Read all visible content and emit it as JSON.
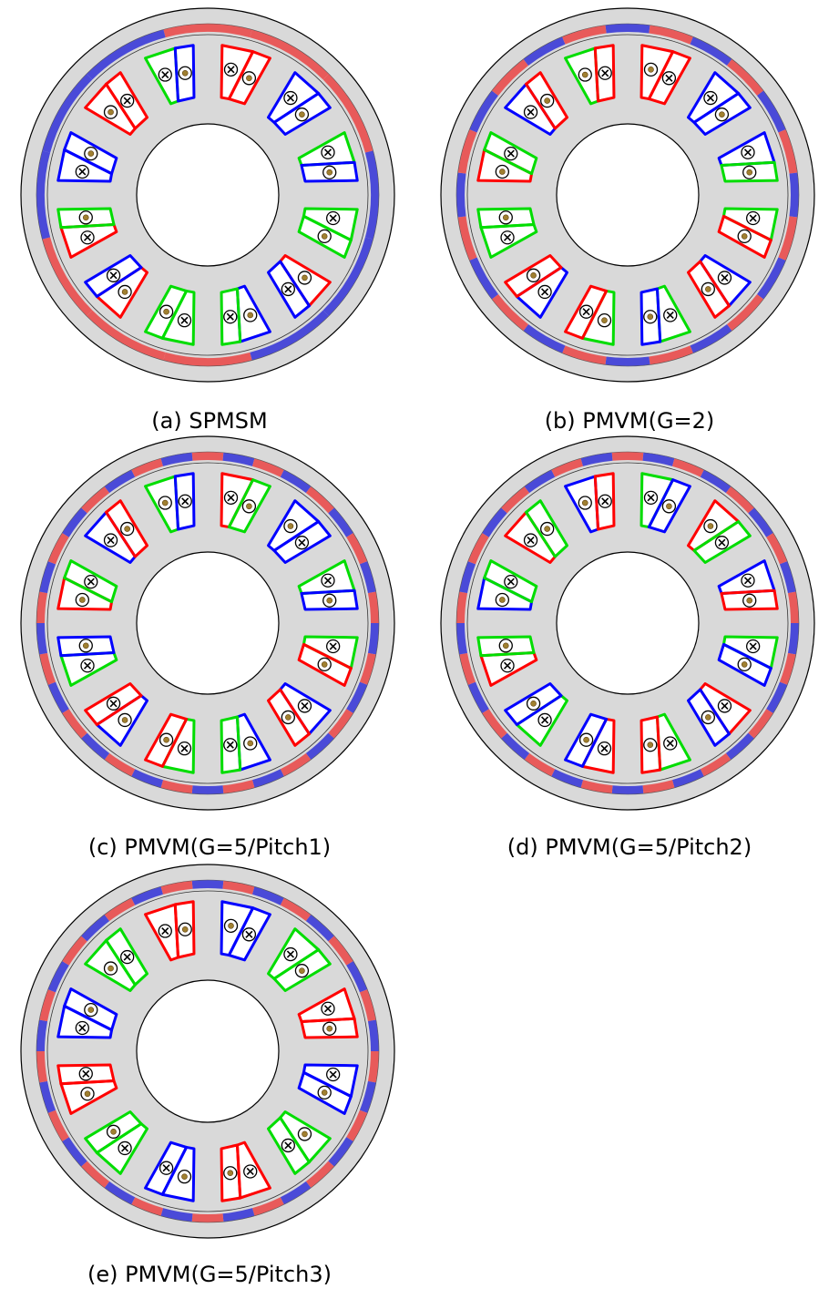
{
  "colors": {
    "magnet_red": "#e85a5a",
    "magnet_blue": "#4a4ad8",
    "phase_a_red": "#ff0000",
    "phase_b_green": "#00dd00",
    "phase_c_blue": "#0000ff",
    "iron": "#d9d9d9",
    "conductor_dot": "#a08030"
  },
  "figures": [
    {
      "caption": "(a)  SPMSM",
      "slots": [
        {
          "left": "red",
          "right": "red",
          "dots": [
            "x",
            "dot"
          ]
        },
        {
          "left": "blue",
          "right": "blue",
          "dots": [
            "x",
            "dot"
          ]
        },
        {
          "left": "green",
          "right": "blue",
          "dots": [
            "x",
            "dot"
          ]
        },
        {
          "left": "green",
          "right": "green",
          "dots": [
            "x",
            "dot"
          ]
        },
        {
          "left": "red",
          "right": "blue",
          "dots": [
            "dot",
            "x"
          ]
        },
        {
          "left": "blue",
          "right": "green",
          "dots": [
            "dot",
            "x"
          ]
        },
        {
          "left": "green",
          "right": "green",
          "dots": [
            "x",
            "dot"
          ]
        },
        {
          "left": "red",
          "right": "blue",
          "dots": [
            "dot",
            "x"
          ]
        },
        {
          "left": "red",
          "right": "green",
          "dots": [
            "x",
            "dot"
          ]
        },
        {
          "left": "blue",
          "right": "blue",
          "dots": [
            "x",
            "dot"
          ]
        },
        {
          "left": "red",
          "right": "red",
          "dots": [
            "dot",
            "x"
          ]
        },
        {
          "left": "green",
          "right": "blue",
          "dots": [
            "x",
            "dot"
          ]
        }
      ],
      "magnets": [
        "red",
        "red",
        "red",
        "blue",
        "blue",
        "blue",
        "red",
        "red",
        "red",
        "blue",
        "blue",
        "blue"
      ]
    },
    {
      "caption": "(b)  PMVM(G=2)",
      "slots": [
        {
          "left": "red",
          "right": "red",
          "dots": [
            "dot",
            "x"
          ]
        },
        {
          "left": "blue",
          "right": "blue",
          "dots": [
            "x",
            "dot"
          ]
        },
        {
          "left": "blue",
          "right": "green",
          "dots": [
            "x",
            "dot"
          ]
        },
        {
          "left": "green",
          "right": "red",
          "dots": [
            "x",
            "dot"
          ]
        },
        {
          "left": "blue",
          "right": "red",
          "dots": [
            "x",
            "dot"
          ]
        },
        {
          "left": "green",
          "right": "blue",
          "dots": [
            "x",
            "dot"
          ]
        },
        {
          "left": "green",
          "right": "red",
          "dots": [
            "dot",
            "x"
          ]
        },
        {
          "left": "blue",
          "right": "red",
          "dots": [
            "x",
            "dot"
          ]
        },
        {
          "left": "green",
          "right": "green",
          "dots": [
            "x",
            "dot"
          ]
        },
        {
          "left": "red",
          "right": "green",
          "dots": [
            "dot",
            "x"
          ]
        },
        {
          "left": "blue",
          "right": "red",
          "dots": [
            "x",
            "dot"
          ]
        },
        {
          "left": "green",
          "right": "red",
          "dots": [
            "dot",
            "x"
          ]
        }
      ],
      "magnets": [
        "blue",
        "red",
        "blue",
        "red",
        "blue",
        "red",
        "blue",
        "red",
        "blue",
        "red",
        "blue",
        "red",
        "blue",
        "red",
        "blue",
        "red",
        "blue",
        "red",
        "blue",
        "red",
        "blue",
        "red",
        "blue",
        "red"
      ]
    },
    {
      "caption": "(c)  PMVM(G=5/Pitch1)",
      "slots": [
        {
          "left": "red",
          "right": "green",
          "dots": [
            "x",
            "dot"
          ]
        },
        {
          "left": "blue",
          "right": "blue",
          "dots": [
            "dot",
            "x"
          ]
        },
        {
          "left": "green",
          "right": "blue",
          "dots": [
            "x",
            "dot"
          ]
        },
        {
          "left": "green",
          "right": "red",
          "dots": [
            "x",
            "dot"
          ]
        },
        {
          "left": "blue",
          "right": "red",
          "dots": [
            "x",
            "dot"
          ]
        },
        {
          "left": "blue",
          "right": "green",
          "dots": [
            "dot",
            "x"
          ]
        },
        {
          "left": "green",
          "right": "red",
          "dots": [
            "x",
            "dot"
          ]
        },
        {
          "left": "blue",
          "right": "red",
          "dots": [
            "dot",
            "x"
          ]
        },
        {
          "left": "green",
          "right": "blue",
          "dots": [
            "x",
            "dot"
          ]
        },
        {
          "left": "red",
          "right": "green",
          "dots": [
            "dot",
            "x"
          ]
        },
        {
          "left": "blue",
          "right": "red",
          "dots": [
            "x",
            "dot"
          ]
        },
        {
          "left": "green",
          "right": "blue",
          "dots": [
            "dot",
            "x"
          ]
        }
      ],
      "magnets": [
        "red",
        "blue",
        "red",
        "blue",
        "red",
        "blue",
        "red",
        "blue",
        "red",
        "blue",
        "red",
        "blue",
        "red",
        "blue",
        "red",
        "blue",
        "red",
        "blue",
        "red",
        "blue",
        "red",
        "blue",
        "red",
        "blue",
        "red",
        "blue",
        "red",
        "blue",
        "red",
        "blue",
        "red",
        "blue",
        "red",
        "blue"
      ]
    },
    {
      "caption": "(d)  PMVM(G=5/Pitch2)",
      "slots": [
        {
          "left": "green",
          "right": "blue",
          "dots": [
            "x",
            "dot"
          ]
        },
        {
          "left": "red",
          "right": "green",
          "dots": [
            "dot",
            "x"
          ]
        },
        {
          "left": "blue",
          "right": "red",
          "dots": [
            "x",
            "dot"
          ]
        },
        {
          "left": "green",
          "right": "blue",
          "dots": [
            "x",
            "dot"
          ]
        },
        {
          "left": "red",
          "right": "blue",
          "dots": [
            "x",
            "dot"
          ]
        },
        {
          "left": "green",
          "right": "red",
          "dots": [
            "x",
            "dot"
          ]
        },
        {
          "left": "red",
          "right": "blue",
          "dots": [
            "x",
            "dot"
          ]
        },
        {
          "left": "green",
          "right": "blue",
          "dots": [
            "x",
            "dot"
          ]
        },
        {
          "left": "red",
          "right": "green",
          "dots": [
            "x",
            "dot"
          ]
        },
        {
          "left": "blue",
          "right": "green",
          "dots": [
            "dot",
            "x"
          ]
        },
        {
          "left": "red",
          "right": "green",
          "dots": [
            "x",
            "dot"
          ]
        },
        {
          "left": "blue",
          "right": "red",
          "dots": [
            "dot",
            "x"
          ]
        }
      ],
      "magnets": [
        "red",
        "blue",
        "red",
        "blue",
        "red",
        "blue",
        "red",
        "blue",
        "red",
        "blue",
        "red",
        "blue",
        "red",
        "blue",
        "red",
        "blue",
        "red",
        "blue",
        "red",
        "blue",
        "red",
        "blue",
        "red",
        "blue",
        "red",
        "blue",
        "red",
        "blue",
        "red",
        "blue",
        "red",
        "blue",
        "red",
        "blue"
      ]
    },
    {
      "caption": "(e)  PMVM(G=5/Pitch3)",
      "slots": [
        {
          "left": "blue",
          "right": "blue",
          "dots": [
            "dot",
            "x"
          ]
        },
        {
          "left": "green",
          "right": "green",
          "dots": [
            "x",
            "dot"
          ]
        },
        {
          "left": "red",
          "right": "red",
          "dots": [
            "x",
            "dot"
          ]
        },
        {
          "left": "blue",
          "right": "blue",
          "dots": [
            "x",
            "dot"
          ]
        },
        {
          "left": "green",
          "right": "green",
          "dots": [
            "dot",
            "x"
          ]
        },
        {
          "left": "red",
          "right": "red",
          "dots": [
            "x",
            "dot"
          ]
        },
        {
          "left": "blue",
          "right": "blue",
          "dots": [
            "dot",
            "x"
          ]
        },
        {
          "left": "green",
          "right": "green",
          "dots": [
            "x",
            "dot"
          ]
        },
        {
          "left": "red",
          "right": "red",
          "dots": [
            "dot",
            "x"
          ]
        },
        {
          "left": "blue",
          "right": "blue",
          "dots": [
            "x",
            "dot"
          ]
        },
        {
          "left": "green",
          "right": "green",
          "dots": [
            "dot",
            "x"
          ]
        },
        {
          "left": "red",
          "right": "red",
          "dots": [
            "x",
            "dot"
          ]
        }
      ],
      "magnets": [
        "blue",
        "red",
        "blue",
        "red",
        "blue",
        "red",
        "blue",
        "red",
        "blue",
        "red",
        "blue",
        "red",
        "blue",
        "red",
        "blue",
        "red",
        "blue",
        "red",
        "blue",
        "red",
        "blue",
        "red",
        "blue",
        "red",
        "blue",
        "red",
        "blue",
        "red",
        "blue",
        "red",
        "blue",
        "red",
        "blue",
        "red"
      ]
    }
  ]
}
